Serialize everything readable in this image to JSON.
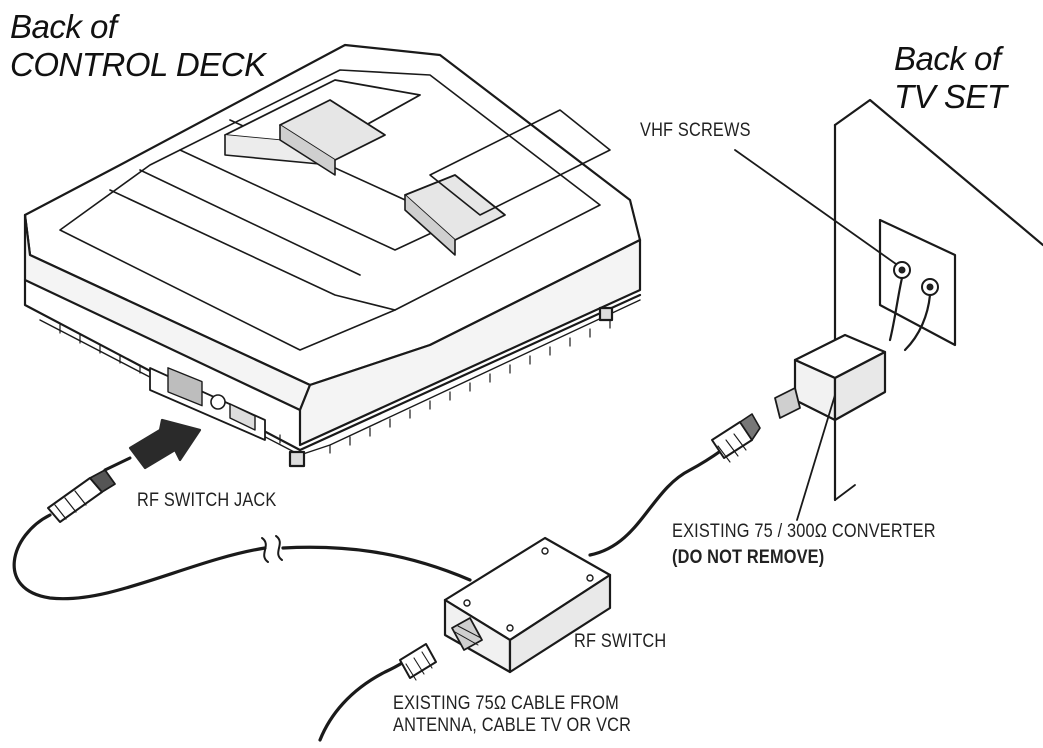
{
  "labels": {
    "control_deck_title": [
      "Back of",
      "CONTROL DECK"
    ],
    "tv_set_title": [
      "Back of",
      "TV SET"
    ],
    "vhf_screws": "VHF SCREWS",
    "rf_switch_jack": "RF SWITCH JACK",
    "converter": "EXISTING 75 / 300Ω CONVERTER",
    "converter_note": "(DO NOT REMOVE)",
    "rf_switch": "RF SWITCH",
    "cable_from_antenna": [
      "EXISTING 75Ω CABLE FROM",
      "ANTENNA, CABLE TV OR VCR"
    ]
  },
  "colors": {
    "line": "#1a1a1a",
    "fill": "#ffffff",
    "shade": "#d9d9d9",
    "dark": "#2a2a2a"
  }
}
